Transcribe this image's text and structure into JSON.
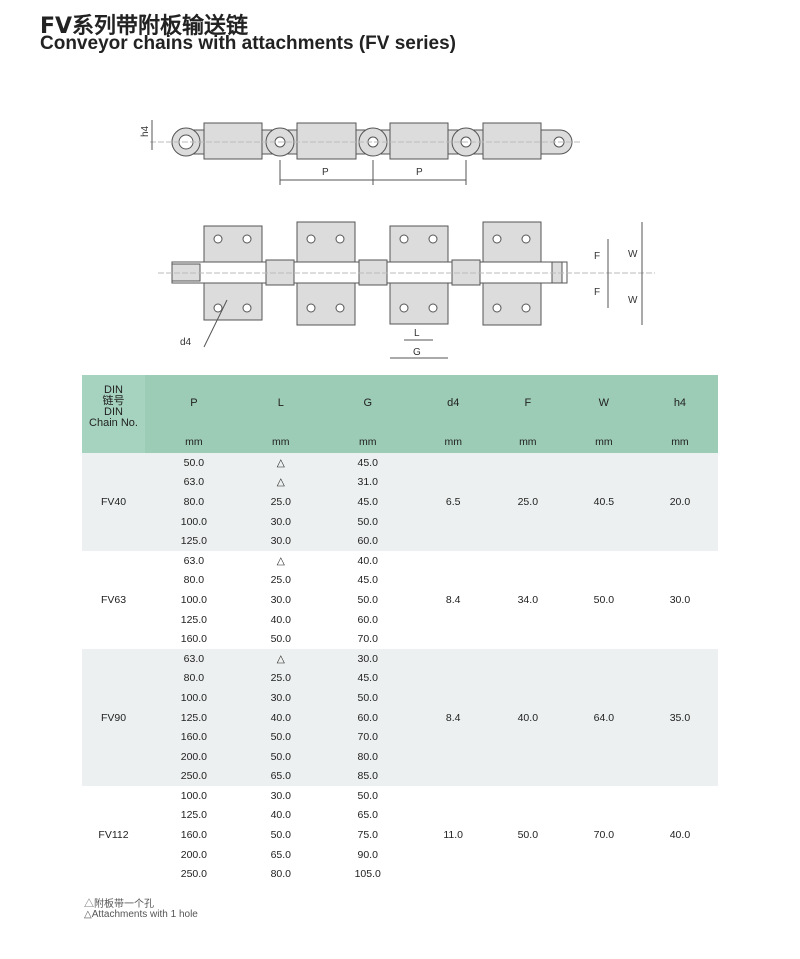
{
  "title_cn": "FV系列带附板输送链",
  "title_en": "Conveyor chains with attachments (FV series)",
  "diagram_labels": {
    "h4": "h4",
    "P": "P",
    "L": "L",
    "G": "G",
    "d4": "d4",
    "F": "F",
    "W": "W"
  },
  "table": {
    "first_header": [
      "DIN",
      "链号",
      "DIN",
      "Chain No."
    ],
    "columns": [
      "P",
      "L",
      "G",
      "d4",
      "F",
      "W",
      "h4"
    ],
    "unit": "mm",
    "groups": [
      {
        "chain": "FV40",
        "d4": "6.5",
        "F": "25.0",
        "W": "40.5",
        "h4": "20.0",
        "rows": [
          [
            "50.0",
            "△",
            "45.0"
          ],
          [
            "63.0",
            "△",
            "31.0"
          ],
          [
            "80.0",
            "25.0",
            "45.0"
          ],
          [
            "100.0",
            "30.0",
            "50.0"
          ],
          [
            "125.0",
            "30.0",
            "60.0"
          ]
        ]
      },
      {
        "chain": "FV63",
        "d4": "8.4",
        "F": "34.0",
        "W": "50.0",
        "h4": "30.0",
        "rows": [
          [
            "63.0",
            "△",
            "40.0"
          ],
          [
            "80.0",
            "25.0",
            "45.0"
          ],
          [
            "100.0",
            "30.0",
            "50.0"
          ],
          [
            "125.0",
            "40.0",
            "60.0"
          ],
          [
            "160.0",
            "50.0",
            "70.0"
          ]
        ]
      },
      {
        "chain": "FV90",
        "d4": "8.4",
        "F": "40.0",
        "W": "64.0",
        "h4": "35.0",
        "rows": [
          [
            "63.0",
            "△",
            "30.0"
          ],
          [
            "80.0",
            "25.0",
            "45.0"
          ],
          [
            "100.0",
            "30.0",
            "50.0"
          ],
          [
            "125.0",
            "40.0",
            "60.0"
          ],
          [
            "160.0",
            "50.0",
            "70.0"
          ],
          [
            "200.0",
            "50.0",
            "80.0"
          ],
          [
            "250.0",
            "65.0",
            "85.0"
          ]
        ]
      },
      {
        "chain": "FV112",
        "d4": "11.0",
        "F": "50.0",
        "W": "70.0",
        "h4": "40.0",
        "rows": [
          [
            "100.0",
            "30.0",
            "50.0"
          ],
          [
            "125.0",
            "40.0",
            "65.0"
          ],
          [
            "160.0",
            "50.0",
            "75.0"
          ],
          [
            "200.0",
            "65.0",
            "90.0"
          ],
          [
            "250.0",
            "80.0",
            "105.0"
          ]
        ]
      }
    ]
  },
  "notes": [
    "△附板带一个孔",
    "△Attachments with 1 hole"
  ],
  "colors": {
    "header": "#9ccbb6",
    "row_gray": "#edf0f0"
  }
}
